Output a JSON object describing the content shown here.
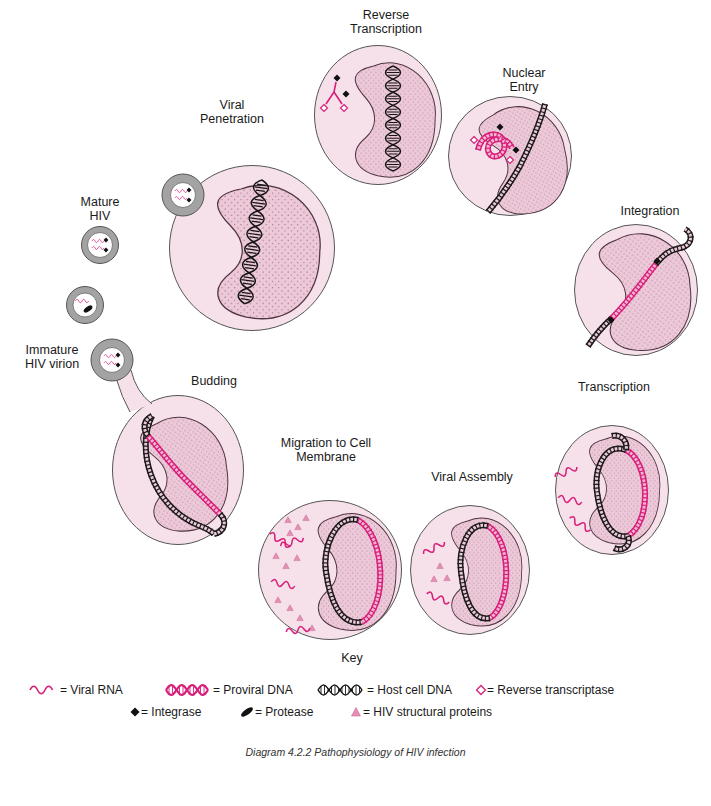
{
  "diagram": {
    "caption": "Diagram 4.2.2 Pathophysiology of HIV infection",
    "nodes": [
      {
        "text": [
          "Mature HIV"
        ]
      },
      {
        "text": [
          "Viral Penetration"
        ]
      },
      {
        "text": [
          "Reverse Transcription"
        ]
      },
      {
        "text": [
          "Nuclear Entry"
        ]
      },
      {
        "text": [
          "Integration"
        ]
      },
      {
        "text": [
          "Transcription"
        ]
      },
      {
        "text": [
          "Viral Assembly"
        ]
      },
      {
        "text": [
          "Migration to Cell Membrane"
        ]
      },
      {
        "text": [
          "Budding"
        ]
      },
      {
        "text": [
          "Immature HIV virion"
        ]
      }
    ],
    "labels": [
      "Key"
    ],
    "legend": [
      {
        "text": "= Viral RNA"
      },
      {
        "text": "= Proviral DNA"
      },
      {
        "text": "= Host cell DNA"
      },
      {
        "text": "= Reverse transcriptase"
      },
      {
        "text": "= Integrase"
      },
      {
        "text": "= Protease"
      },
      {
        "text": "= HIV structural proteins"
      }
    ]
  }
}
